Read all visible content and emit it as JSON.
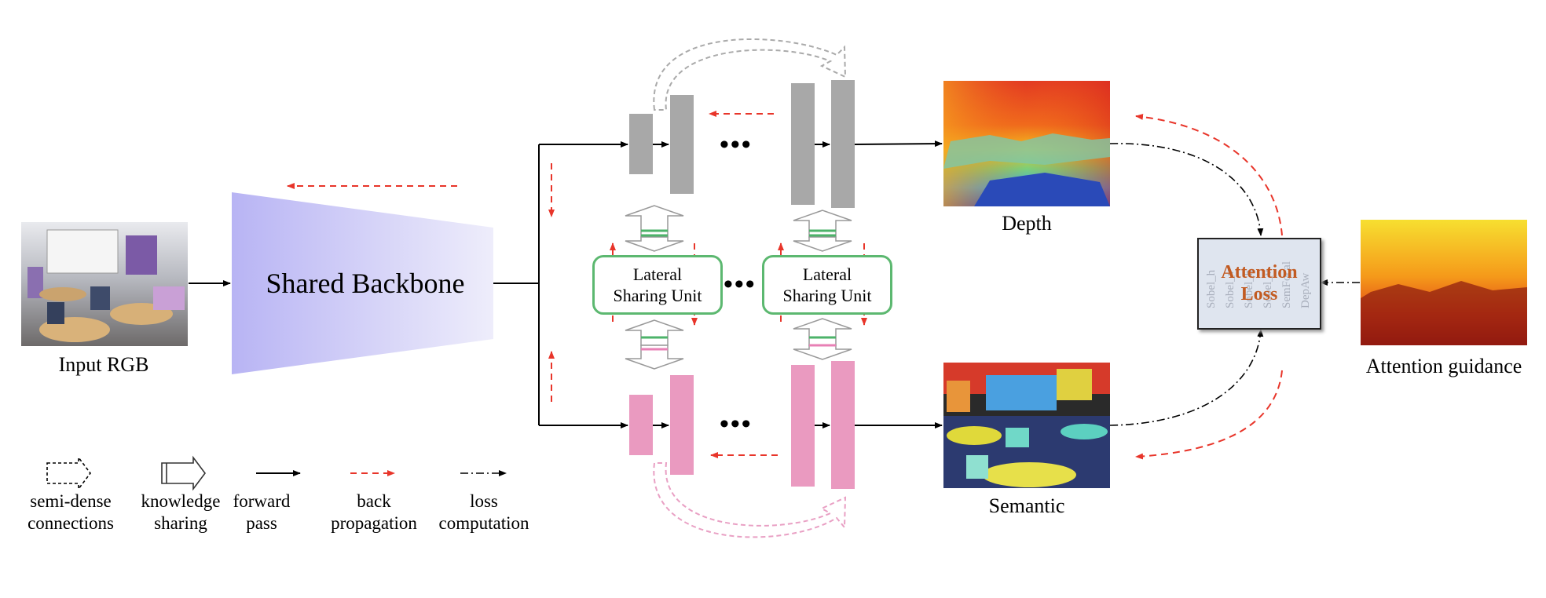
{
  "labels": {
    "input": "Input RGB",
    "backbone": "Shared Backbone",
    "depth": "Depth",
    "semantic": "Semantic",
    "attention_guidance": "Attention guidance",
    "lsu_line1": "Lateral",
    "lsu_line2": "Sharing Unit",
    "dots": "•••",
    "attention_line1": "Attention",
    "attention_line2": "Loss"
  },
  "attention_words": [
    "Sobel_h",
    "Sobel_v",
    "Sobel_h",
    "Sobel_v",
    "SemFocal",
    "DepAw"
  ],
  "legend": [
    {
      "key": "semi-dense",
      "line1": "semi-dense",
      "line2": "connections"
    },
    {
      "key": "knowledge",
      "line1": "knowledge",
      "line2": "sharing"
    },
    {
      "key": "forward",
      "line1": "forward",
      "line2": "pass"
    },
    {
      "key": "back",
      "line1": "back",
      "line2": "propagation"
    },
    {
      "key": "loss",
      "line1": "loss",
      "line2": "computation"
    }
  ],
  "colors": {
    "depth_branch": "#a8a8a8",
    "semantic_branch": "#ea9ac0",
    "backprop": "#e8352a",
    "lsu_border": "#5cb870",
    "knowledge_green": "#4db36a",
    "knowledge_pink": "#e880b5",
    "backbone_start": "#b8b4f4",
    "backbone_end": "#eeedfb",
    "legend_bg": "#fae3d8",
    "attention_text": "#c25b22"
  }
}
